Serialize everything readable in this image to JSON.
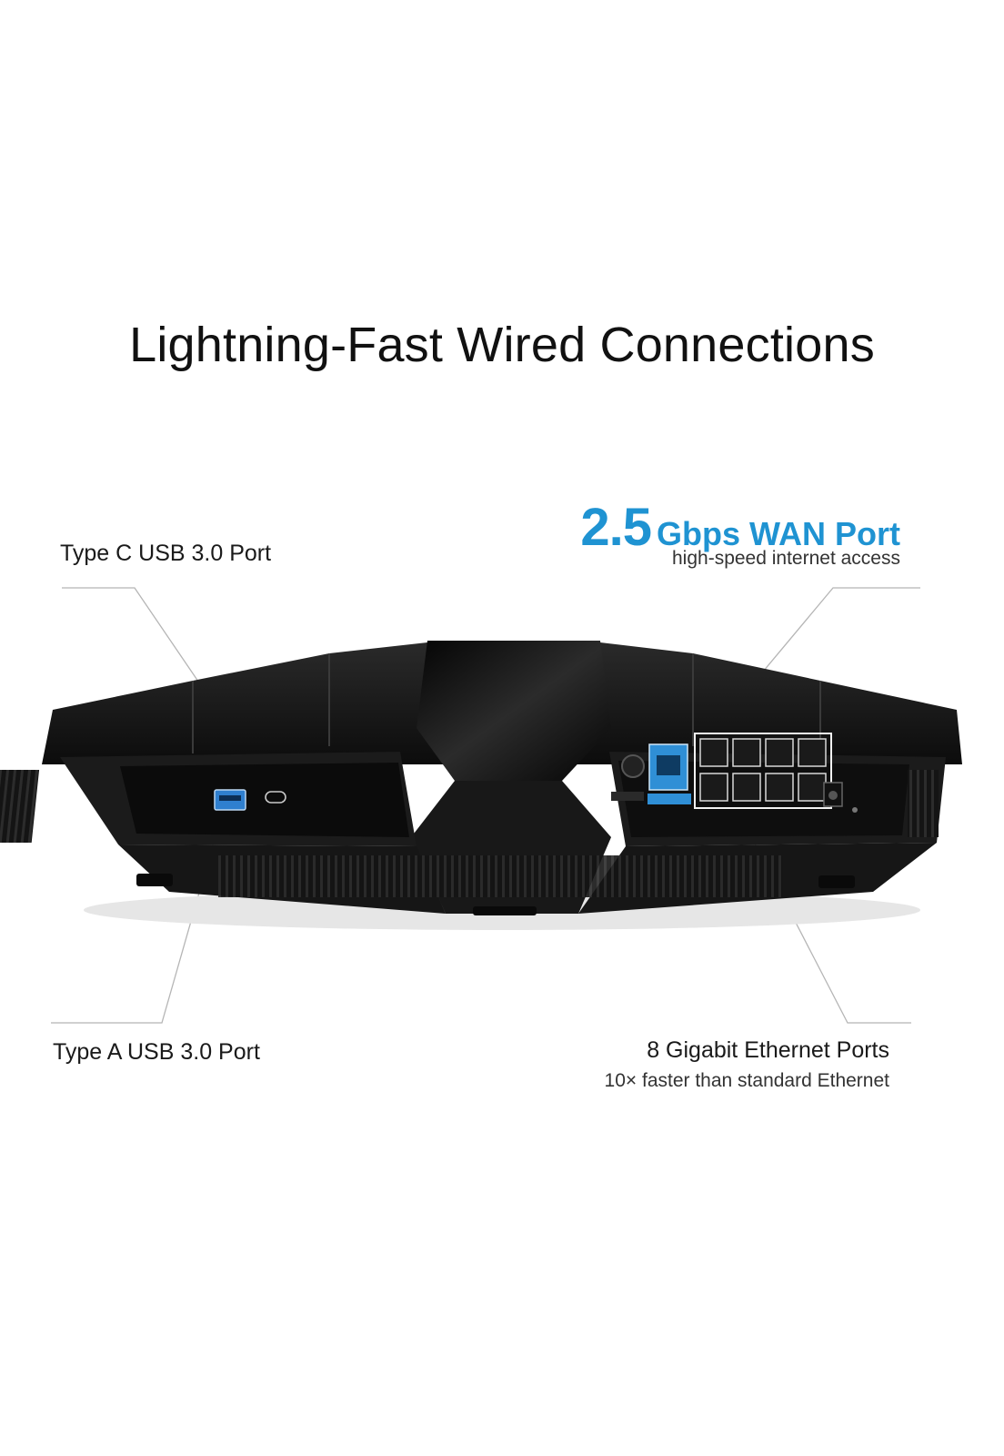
{
  "title": "Lightning-Fast Wired Connections",
  "callouts": {
    "type_c": {
      "label": "Type C USB 3.0 Port"
    },
    "type_a": {
      "label": "Type A USB 3.0 Port"
    },
    "wan": {
      "number": "2.5",
      "unit": "Gbps WAN Port",
      "sub": "high-speed internet access"
    },
    "ethernet": {
      "label": "8 Gigabit Ethernet Ports",
      "sub": "10× faster than standard Ethernet"
    }
  },
  "colors": {
    "accent": "#1f93d2",
    "device": "#151515"
  }
}
